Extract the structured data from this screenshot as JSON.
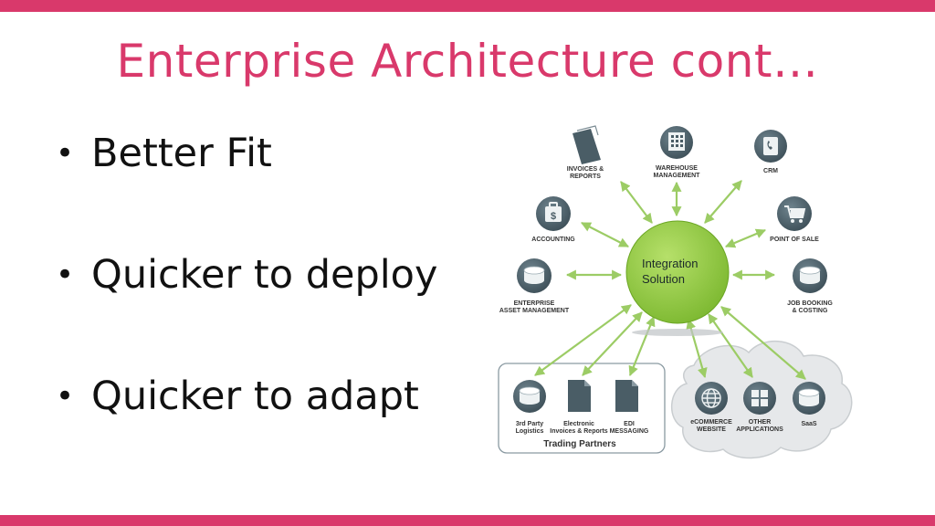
{
  "slide": {
    "title": "Enterprise Architecture cont…",
    "bullets": [
      "Better Fit",
      "Quicker to deploy",
      "Quicker to adapt"
    ],
    "accent_color": "#d9396b"
  },
  "diagram": {
    "center": {
      "line1": "Integration",
      "line2": "Solution",
      "color": "#8cc63f"
    },
    "nodes": {
      "invoices": {
        "line1": "INVOICES &",
        "line2": "REPORTS",
        "icon": "document-icon"
      },
      "warehouse": {
        "line1": "WAREHOUSE",
        "line2": "MANAGEMENT",
        "icon": "building-icon"
      },
      "crm": {
        "line1": "CRM",
        "icon": "phone-book-icon"
      },
      "accounting": {
        "line1": "ACCOUNTING",
        "icon": "dollar-bag-icon"
      },
      "pos": {
        "line1": "POINT OF SALE",
        "icon": "cart-icon"
      },
      "eam": {
        "line1": "ENTERPRISE",
        "line2": "ASSET MANAGEMENT",
        "icon": "database-icon"
      },
      "job": {
        "line1": "JOB BOOKING",
        "line2": "& COSTING",
        "icon": "database-icon"
      },
      "logistics": {
        "line1": "3rd Party",
        "line2": "Logistics",
        "icon": "database-icon"
      },
      "electronic": {
        "line1": "Electronic",
        "line2": "Invoices & Reports",
        "icon": "document-icon"
      },
      "edi": {
        "line1": "EDI",
        "line2": "MESSAGING",
        "icon": "document-icon"
      },
      "ecommerce": {
        "line1": "eCOMMERCE",
        "line2": "WEBSITE",
        "icon": "globe-icon"
      },
      "other": {
        "line1": "OTHER",
        "line2": "APPLICATIONS",
        "icon": "grid-icon"
      },
      "saas": {
        "line1": "SaaS",
        "icon": "database-icon"
      }
    },
    "trading_partners": "Trading Partners",
    "arrow_color": "#9ccc65",
    "icon_color": "#4a5d66"
  }
}
